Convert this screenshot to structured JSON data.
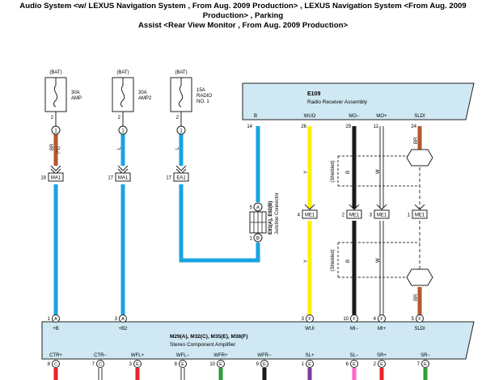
{
  "title": {
    "line1": "Audio System <w/ LEXUS Navigation System , From Aug. 2009 Production> , LEXUS Navigation System <From Aug. 2009 Production> , Parking",
    "line2": "Assist <Rear View Monitor , From Aug. 2009 Production>"
  },
  "fuses": [
    {
      "bat": "(BAT)",
      "lines": [
        "30A",
        "AMP"
      ],
      "pin_top": "2",
      "pin_bottom": "1",
      "wire_code": "BR",
      "wire_code2": "(*1)"
    },
    {
      "bat": "(BAT)",
      "lines": [
        "30A",
        "AMP2"
      ],
      "pin_top": "2",
      "pin_bottom": "1",
      "wire_code": "L",
      "wire_code2": ""
    },
    {
      "bat": "(BAT)",
      "lines": [
        "15A",
        "RADIO",
        "NO. 1"
      ],
      "pin_top": "2",
      "pin_bottom": "1",
      "wire_code": "L",
      "wire_code2": ""
    }
  ],
  "connectors_mid": [
    {
      "pin": "18",
      "label": "MA1"
    },
    {
      "pin": "17",
      "label": "MA1"
    },
    {
      "pin": "17",
      "label": "EA1"
    }
  ],
  "receiver": {
    "code": "E109",
    "name": "Radio Receiver Assembly",
    "pins": [
      {
        "name": "B",
        "num": "14"
      },
      {
        "name": "WUO",
        "num": "26"
      },
      {
        "name": "MO−",
        "num": "29"
      },
      {
        "name": "MO+",
        "num": "11"
      },
      {
        "name": "SLDI",
        "num": "24"
      }
    ]
  },
  "junction": {
    "top_pin": "5",
    "top_letter": "A",
    "bottom_pin": "1",
    "bottom_letter": "B",
    "code": "E91(A), E92(B)",
    "name": "Junction Connector"
  },
  "me1": [
    {
      "pin": "4",
      "label": "ME1"
    },
    {
      "pin": "2",
      "label": "ME1"
    },
    {
      "pin": "3",
      "label": "ME1"
    },
    {
      "pin": "1",
      "label": "ME1"
    }
  ],
  "wire_letters": {
    "yellow": "Y",
    "mo_minus": "B",
    "mo_plus": "W",
    "sldi": "BR"
  },
  "shielded": "(Shielded)",
  "amplifier": {
    "code": "M29(A), M32(C), M35(E), M38(F)",
    "name": "Stereo Component Amplifier",
    "top_pins": [
      {
        "num": "1",
        "letter": "A",
        "name": "+B"
      },
      {
        "num": "3",
        "letter": "A",
        "name": "+B2"
      },
      {
        "num": "3",
        "letter": "F",
        "name": "WUI"
      },
      {
        "num": "10",
        "letter": "F",
        "name": "MI−"
      },
      {
        "num": "4",
        "letter": "F",
        "name": "MI+"
      },
      {
        "num": "5",
        "letter": "F",
        "name": "SLDI"
      }
    ],
    "bottom_pins": [
      {
        "name": "CTR+",
        "num": "8",
        "letter": "C"
      },
      {
        "name": "CTR−",
        "num": "7",
        "letter": "C"
      },
      {
        "name": "WFL+",
        "num": "3",
        "letter": "E"
      },
      {
        "name": "WFL−",
        "num": "8",
        "letter": "E"
      },
      {
        "name": "WFR+",
        "num": "10",
        "letter": "E"
      },
      {
        "name": "WFR−",
        "num": "9",
        "letter": "E"
      },
      {
        "name": "SL+",
        "num": "1",
        "letter": "E"
      },
      {
        "name": "SL−",
        "num": "6",
        "letter": "E"
      },
      {
        "name": "SR+",
        "num": "2",
        "letter": "E"
      },
      {
        "name": "SR−",
        "num": "7",
        "letter": "E"
      }
    ]
  },
  "colors": {
    "blue": "#1aa3e0",
    "brown": "#b5572d",
    "yellow": "#ffee00",
    "black": "#1a1a1a",
    "white_wire": "#ffffff",
    "box_fill": "#cfe8f3",
    "red": "#e8232a",
    "purple": "#7b3aa0",
    "pink": "#ff66cc",
    "bottom_green": "#2e9e3a"
  }
}
